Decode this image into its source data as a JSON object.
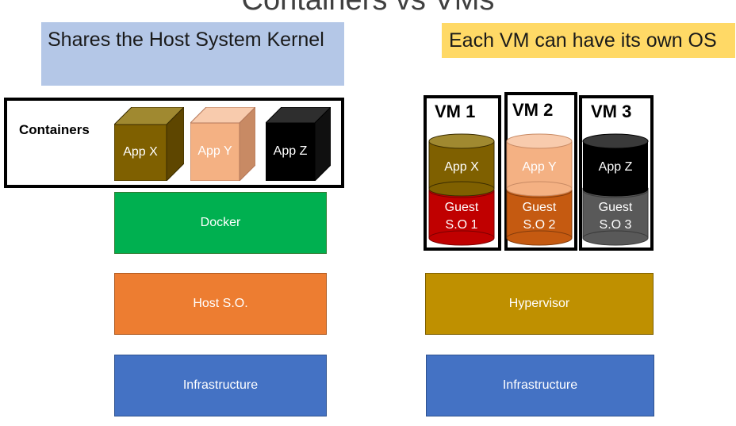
{
  "title": "Containers vs VMs",
  "left": {
    "banner": "Shares the Host System Kernel",
    "containers_label": "Containers",
    "apps": [
      {
        "label": "App X",
        "color": "#7f6000"
      },
      {
        "label": "App Y",
        "color": "#f4b183"
      },
      {
        "label": "App Z",
        "color": "#000000"
      }
    ],
    "layers": [
      {
        "label": "Docker",
        "color": "#00b050"
      },
      {
        "label": "Host S.O.",
        "color": "#ed7d31"
      },
      {
        "label": "Infrastructure",
        "color": "#4472c4"
      }
    ]
  },
  "right": {
    "banner": "Each VM can have its own OS",
    "vms": [
      {
        "name": "VM 1",
        "app": "App X",
        "guest_line1": "Guest",
        "guest_line2": "S.O 1",
        "app_color": "#7f6000",
        "guest_color": "#c00000"
      },
      {
        "name": "VM 2",
        "app": "App Y",
        "guest_line1": "Guest",
        "guest_line2": "S.O 2",
        "app_color": "#f4b183",
        "guest_color": "#c55a11"
      },
      {
        "name": "VM 3",
        "app": "App Z",
        "guest_line1": "Guest",
        "guest_line2": "S.O 3",
        "app_color": "#000000",
        "guest_color": "#595959"
      }
    ],
    "layers": [
      {
        "label": "Hypervisor",
        "color": "#bf9000"
      },
      {
        "label": "Infrastructure",
        "color": "#4472c4"
      }
    ]
  }
}
